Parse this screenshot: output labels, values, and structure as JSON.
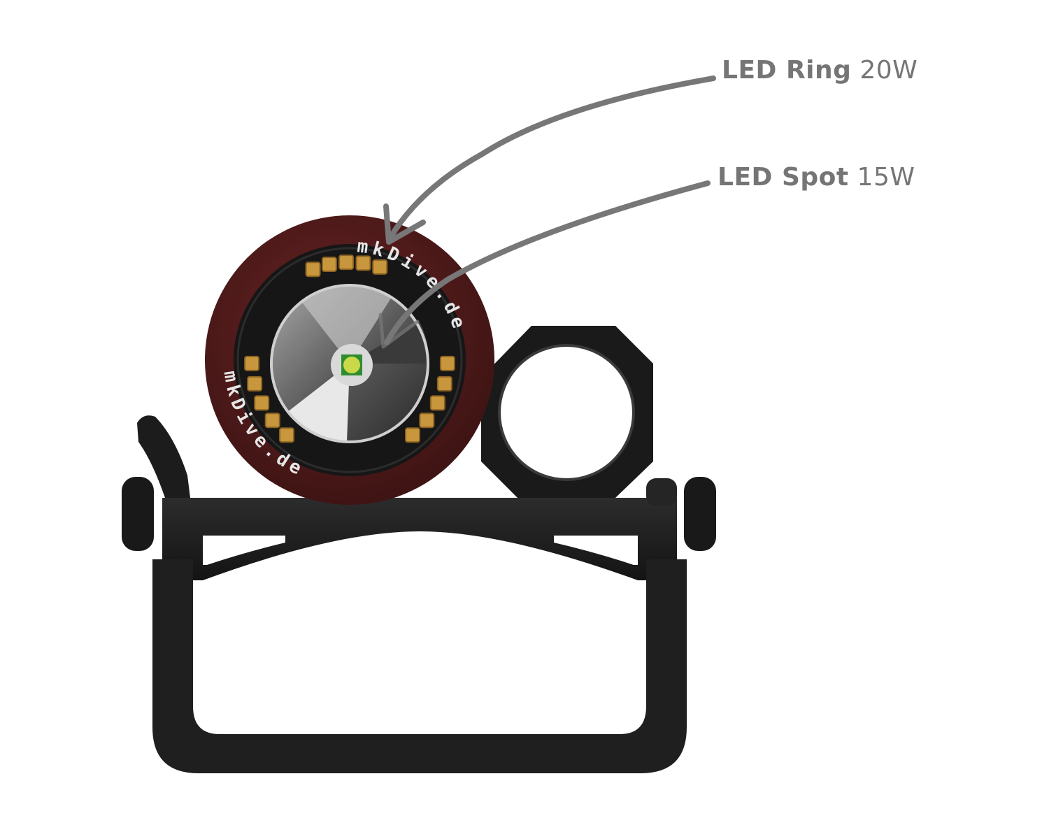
{
  "callouts": {
    "ring": {
      "name": "LED Ring",
      "power": "20W"
    },
    "spot": {
      "name": "LED Spot",
      "power": "15W"
    }
  },
  "brand_text": "mkDive.de",
  "colors": {
    "annotation": "#777777",
    "ring_red": "#5a1f1f",
    "body_black": "#1e1e1e",
    "led_gold": "#c8963c",
    "led_core": "#7fc241"
  },
  "icons": [
    "led-ring",
    "led-spot",
    "mounting-bracket",
    "lock-ring",
    "adjustment-knob"
  ]
}
